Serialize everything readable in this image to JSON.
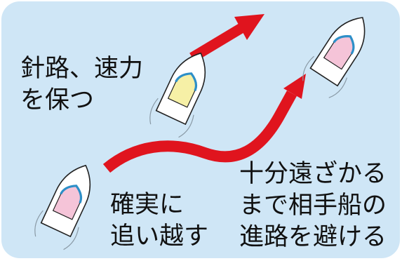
{
  "diagram": {
    "background_color": "#cfe6f6",
    "arrow_color": "#e0141e",
    "boat_hull_color": "#ffffff",
    "boat_cabin_colors": {
      "own_ship": "#f6f0a6",
      "other_ship": "#f5c4d8"
    },
    "cabin_edge_color": "#2d8fc8",
    "labels": {
      "keep_course": {
        "line1": "針路、速力",
        "line2": "を保つ"
      },
      "overtake": {
        "line1": "確実に",
        "line2": "追い越す"
      },
      "avoid": {
        "line1": "十分遠ざかる",
        "line2": "まで相手船の",
        "line3": "進路を避ける"
      }
    }
  }
}
